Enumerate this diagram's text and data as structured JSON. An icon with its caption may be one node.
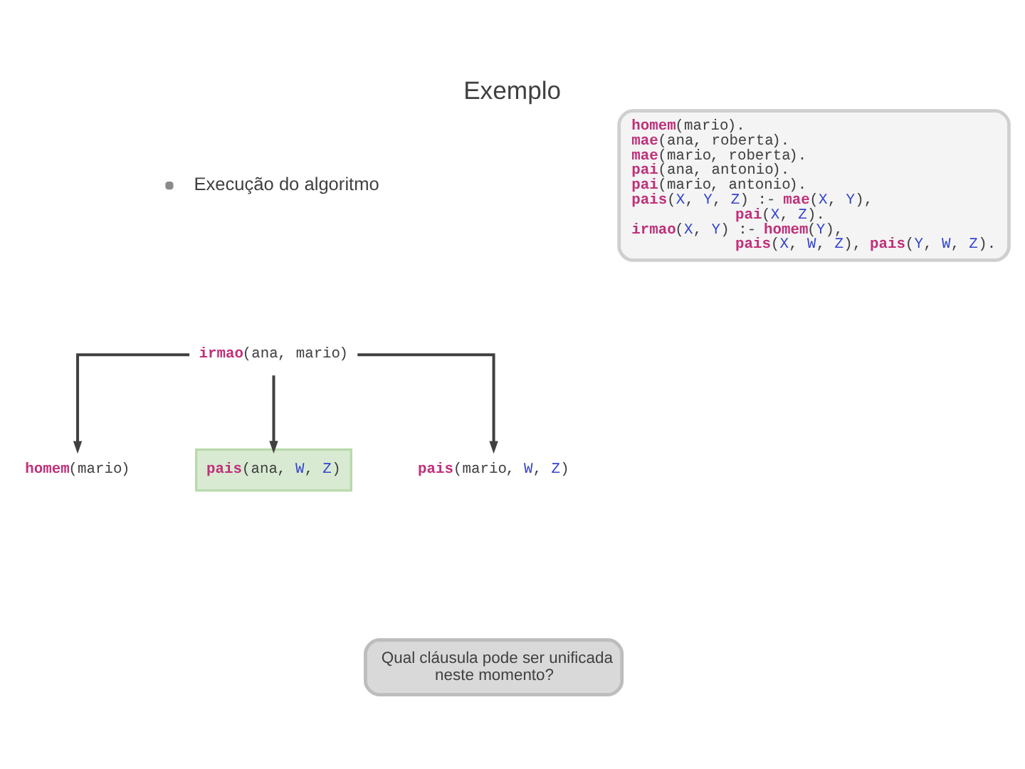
{
  "diagram": {
    "title": "Exemplo",
    "nodes": [
      {
        "text": [
          "homem(mario).",
          "mae(ana, roberta).",
          "mae(mario, roberta).",
          "pai(ana, antonio).",
          "pai(mario, antonio).",
          "pais(X, Y, Z) :- mae(X, Y), pai(X, Z).",
          "irmao(X, Y) :- homem(Y), pais(X, W, Z), pais(Y, W, Z)."
        ]
      },
      {
        "text": [
          "irmao(ana, mario)"
        ]
      },
      {
        "text": [
          "homem(mario)"
        ]
      },
      {
        "text": [
          "pais(ana, W, Z)"
        ]
      },
      {
        "text": [
          "pais(mario, W, Z)"
        ]
      },
      {
        "text": [
          "Qual cláusula pode ser unificada neste momento?"
        ]
      }
    ],
    "edges": [
      {
        "from": 1,
        "to": 2,
        "arrow": "to"
      },
      {
        "from": 1,
        "to": 3,
        "arrow": "to"
      },
      {
        "from": 1,
        "to": 4,
        "arrow": "to"
      }
    ],
    "labels": [
      "Execução do algoritmo"
    ]
  }
}
